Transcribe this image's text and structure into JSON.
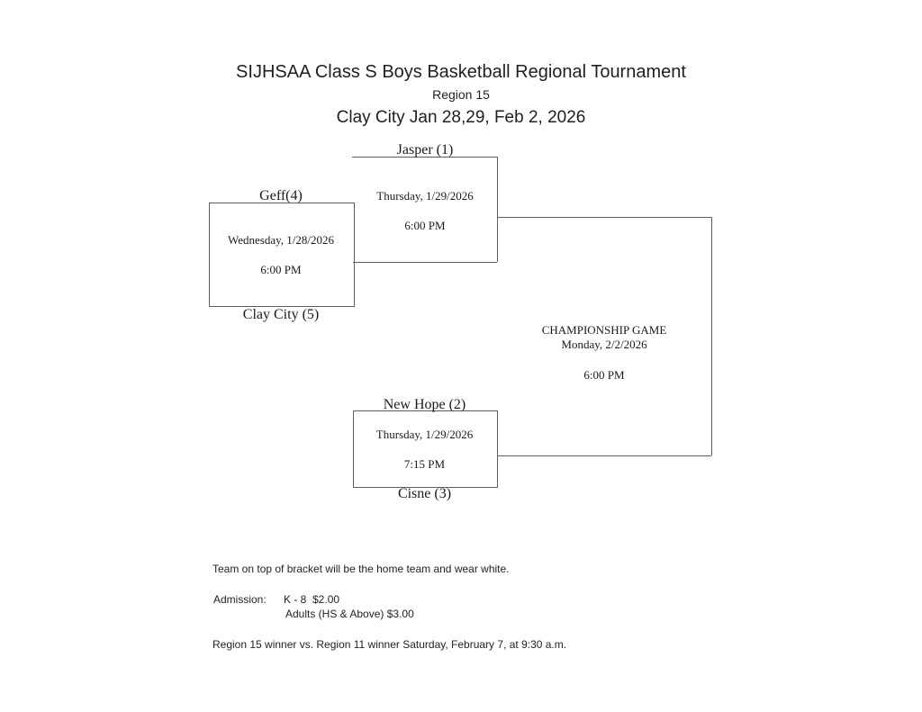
{
  "header": {
    "title": "SIJHSAA Class S Boys Basketball Regional Tournament",
    "region": "Region 15",
    "site_dates": "Clay City Jan 28,29, Feb 2, 2026"
  },
  "bracket": {
    "play_in_game": {
      "top_seed": "Geff(4)",
      "date": "Wednesday, 1/28/2026",
      "time": "6:00 PM",
      "bottom_seed": "Clay City (5)"
    },
    "semifinal_top": {
      "top_seed": "Jasper (1)",
      "date": "Thursday, 1/29/2026",
      "time": "6:00 PM"
    },
    "semifinal_bottom": {
      "top_seed": "New Hope (2)",
      "date": "Thursday, 1/29/2026",
      "time": "7:15 PM",
      "bottom_seed": "Cisne (3)"
    },
    "championship": {
      "label": "CHAMPIONSHIP GAME",
      "date": "Monday, 2/2/2026",
      "time": "6:00 PM"
    }
  },
  "notes": {
    "home_team": "Team on top of bracket will be the home team and wear white.",
    "admission_label": "Admission:",
    "admission_k8": "K - 8  $2.00",
    "admission_adults": "Adults (HS & Above) $3.00",
    "next_round": "Region 15 winner vs. Region 11 winner Saturday, February 7, at 9:30 a.m."
  },
  "colors": {
    "bracket_line": "#5e5e5e",
    "text": "#1a1a1a",
    "background": "#ffffff"
  }
}
